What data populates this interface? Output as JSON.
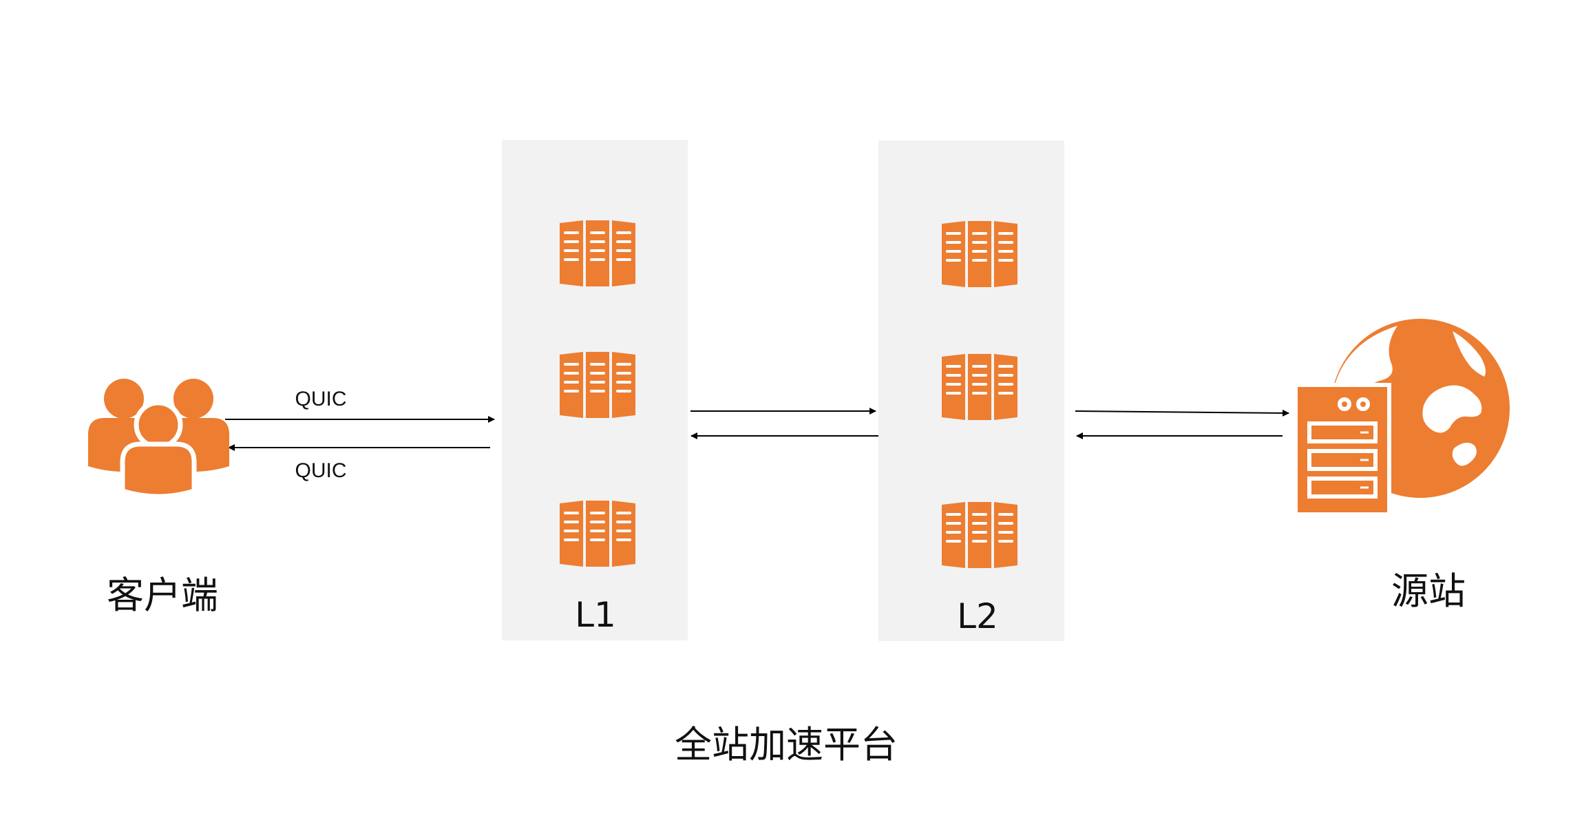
{
  "diagram": {
    "client": {
      "label": "客户端",
      "icon": "users-group-icon"
    },
    "origin": {
      "label": "源站",
      "icon": "globe-server-icon"
    },
    "layers": [
      {
        "label": "L1",
        "servers": 3,
        "icon": "server-rack-icon"
      },
      {
        "label": "L2",
        "servers": 3,
        "icon": "server-rack-icon"
      }
    ],
    "links": [
      {
        "from": "client",
        "to": "L1",
        "label": "QUIC"
      },
      {
        "from": "L1",
        "to": "client",
        "label": "QUIC"
      },
      {
        "from": "L1",
        "to": "L2",
        "label": ""
      },
      {
        "from": "L2",
        "to": "L1",
        "label": ""
      },
      {
        "from": "L2",
        "to": "origin",
        "label": ""
      },
      {
        "from": "origin",
        "to": "L2",
        "label": ""
      }
    ],
    "platform_label": "全站加速平台"
  },
  "colors": {
    "accent": "#ed7d31",
    "panel": "#f2f2f2",
    "line": "#000000",
    "text": "#111111"
  }
}
